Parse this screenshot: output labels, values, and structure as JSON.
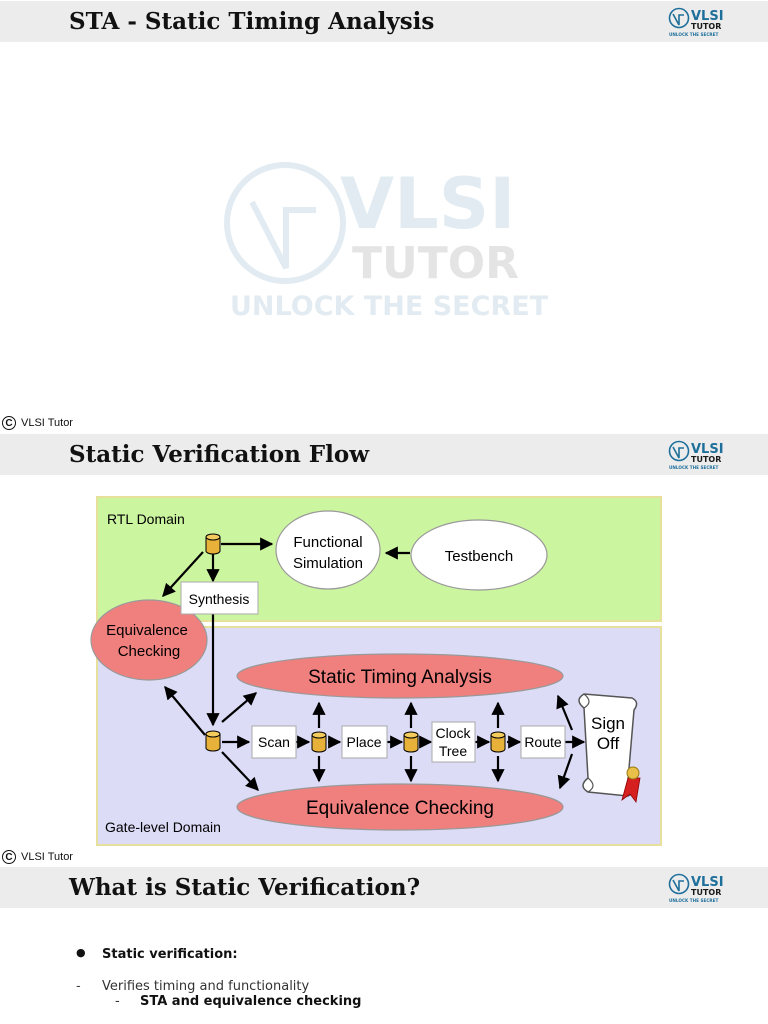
{
  "slides": [
    {
      "title": "STA - Static Timing Analysis"
    },
    {
      "title": "Static Verification Flow"
    },
    {
      "title": "What is Static Verification?"
    }
  ],
  "logo": {
    "line1": "VLSI",
    "line2": "TUTOR",
    "tagline": "UNLOCK THE SECRET"
  },
  "copyright": {
    "symbol": "C",
    "text": "VLSI Tutor"
  },
  "colors": {
    "rtl_domain": "#ccf5a0",
    "gate_domain": "#dcdcf7",
    "ellipse_red": "#f0807e",
    "cylinder": "#e8b23a",
    "logo_blue": "#1f6f9b"
  },
  "diagram": {
    "rtl_domain_label": "RTL Domain",
    "gate_domain_label": "Gate-level Domain",
    "functional_simulation": [
      "Functional",
      "Simulation"
    ],
    "testbench": "Testbench",
    "synthesis": "Synthesis",
    "equivalence_checking_top": [
      "Equivalence",
      "Checking"
    ],
    "static_timing_analysis": "Static Timing Analysis",
    "equivalence_checking_bottom": "Equivalence Checking",
    "scan": "Scan",
    "place": "Place",
    "clock_tree": [
      "Clock",
      "Tree"
    ],
    "route": "Route",
    "sign_off": [
      "Sign",
      "Off"
    ],
    "icons": [
      "database-icon",
      "scroll-icon",
      "ribbon-icon"
    ]
  },
  "bullets": {
    "bullet_char": "●",
    "dash_char": "-",
    "item1": "Static verification:",
    "item2": "Verifies timing and functionality",
    "item3": "STA and equivalence checking"
  }
}
